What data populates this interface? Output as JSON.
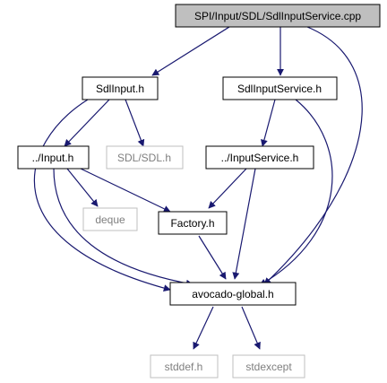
{
  "nodes": {
    "root": {
      "label": "SPI/Input/SDL/SdlInputService.cpp",
      "style": "root"
    },
    "sdlinput": {
      "label": "SdlInput.h",
      "style": "normal"
    },
    "sdlservice": {
      "label": "SdlInputService.h",
      "style": "normal"
    },
    "input": {
      "label": "../Input.h",
      "style": "normal"
    },
    "sdlsdl": {
      "label": "SDL/SDL.h",
      "style": "external"
    },
    "inputservice": {
      "label": "../InputService.h",
      "style": "normal"
    },
    "deque": {
      "label": "deque",
      "style": "external"
    },
    "factory": {
      "label": "Factory.h",
      "style": "normal"
    },
    "global": {
      "label": "avocado-global.h",
      "style": "normal"
    },
    "stddef": {
      "label": "stddef.h",
      "style": "external"
    },
    "stdexcept": {
      "label": "stdexcept",
      "style": "external"
    }
  },
  "edges": [
    {
      "from": "root",
      "to": "sdlinput"
    },
    {
      "from": "root",
      "to": "sdlservice"
    },
    {
      "from": "root",
      "to": "global"
    },
    {
      "from": "sdlinput",
      "to": "input"
    },
    {
      "from": "sdlinput",
      "to": "sdlsdl"
    },
    {
      "from": "sdlinput",
      "to": "global"
    },
    {
      "from": "sdlservice",
      "to": "inputservice"
    },
    {
      "from": "sdlservice",
      "to": "global"
    },
    {
      "from": "input",
      "to": "deque"
    },
    {
      "from": "input",
      "to": "factory"
    },
    {
      "from": "input",
      "to": "global"
    },
    {
      "from": "inputservice",
      "to": "factory"
    },
    {
      "from": "inputservice",
      "to": "global"
    },
    {
      "from": "factory",
      "to": "global"
    },
    {
      "from": "global",
      "to": "stddef"
    },
    {
      "from": "global",
      "to": "stdexcept"
    }
  ],
  "colors": {
    "edge": "#191970",
    "node_border": "#000000",
    "external_border": "#bfbfbf",
    "external_text": "#7f7f7f",
    "root_fill": "#bfbfbf",
    "node_fill": "#ffffff",
    "text": "#000000"
  }
}
